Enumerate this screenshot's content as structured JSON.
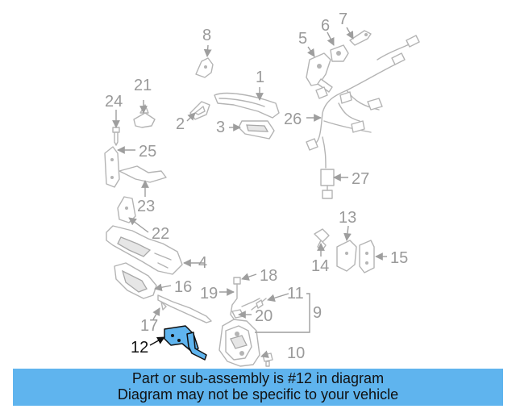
{
  "callouts": {
    "c1": "1",
    "c2": "2",
    "c3": "3",
    "c4": "4",
    "c5": "5",
    "c6": "6",
    "c7": "7",
    "c8": "8",
    "c9": "9",
    "c10": "10",
    "c11": "11",
    "c12": "12",
    "c13": "13",
    "c14": "14",
    "c15": "15",
    "c16": "16",
    "c17": "17",
    "c18": "18",
    "c19": "19",
    "c20": "20",
    "c21": "21",
    "c22": "22",
    "c23": "23",
    "c24": "24",
    "c25": "25",
    "c26": "26",
    "c27": "27"
  },
  "highlight": {
    "callout": "12",
    "color": "#5fb4ee"
  },
  "caption": {
    "line1": "Part or sub-assembly is #12 in diagram",
    "line2": "Diagram may not be specific to your vehicle",
    "background": "#5fb4ee"
  }
}
